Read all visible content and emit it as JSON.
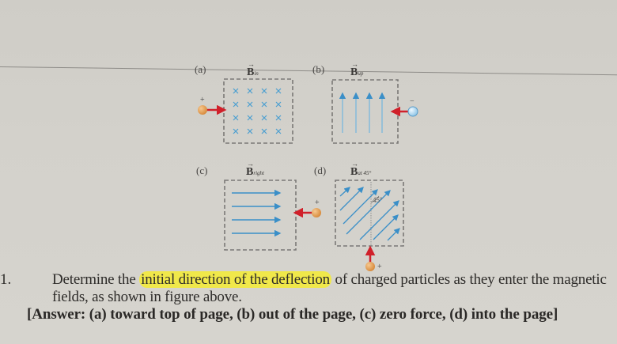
{
  "figure": {
    "panels": [
      {
        "id": "a",
        "label": "(a)",
        "field_symbol": "B",
        "field_subscript": "in",
        "field_pattern": "crosses (into page)",
        "particle_charge": "+",
        "particle_motion": "right"
      },
      {
        "id": "b",
        "label": "(b)",
        "field_symbol": "B",
        "field_subscript": "up",
        "field_pattern": "arrows up",
        "particle_charge": "−",
        "particle_motion": "left"
      },
      {
        "id": "c",
        "label": "(c)",
        "field_symbol": "B",
        "field_subscript": "right",
        "field_pattern": "arrows right",
        "particle_charge": "+",
        "particle_motion": "left"
      },
      {
        "id": "d",
        "label": "(d)",
        "field_symbol": "B",
        "field_subscript": "at 45°",
        "field_pattern": "arrows at 45°",
        "particle_charge": "+",
        "particle_motion": "up",
        "angle_label": "45°"
      }
    ],
    "colors": {
      "field": "#3a8fc8",
      "velocity": "#d0202a",
      "positive_charge": "#e8a050",
      "negative_charge": "#a8d4ee",
      "border": "#7a7876"
    }
  },
  "question": {
    "number": "1.",
    "text_before": "Determine the ",
    "highlighted": "initial direction of the deflection",
    "text_after": " of charged particles as they enter the magnetic fields, as shown in figure above.",
    "answer": "[Answer: (a) toward top of page, (b) out of the page, (c) zero force, (d) into the page]",
    "highlight_color": "#f0e84a"
  }
}
